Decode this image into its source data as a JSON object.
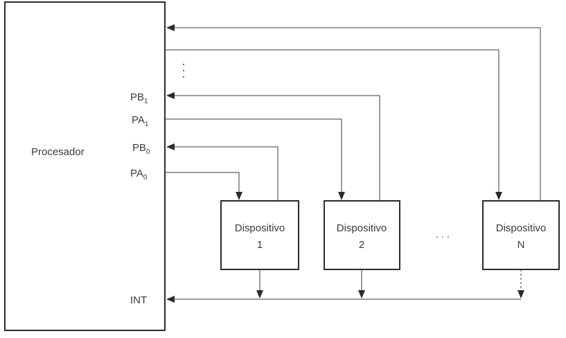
{
  "processor": {
    "label": "Procesador"
  },
  "ports": [
    {
      "id": "PB1",
      "base": "PB",
      "sub": "1"
    },
    {
      "id": "PA1",
      "base": "PA",
      "sub": "1"
    },
    {
      "id": "PB0",
      "base": "PB",
      "sub": "0"
    },
    {
      "id": "PA0",
      "base": "PA",
      "sub": "0"
    }
  ],
  "interrupt": {
    "label": "INT"
  },
  "devices": [
    {
      "name": "Dispositivo",
      "number": "1"
    },
    {
      "name": "Dispositivo",
      "number": "2"
    },
    {
      "name": "Dispositivo",
      "number": "N"
    }
  ],
  "ellipsis": {
    "between_devices": ". . ."
  }
}
